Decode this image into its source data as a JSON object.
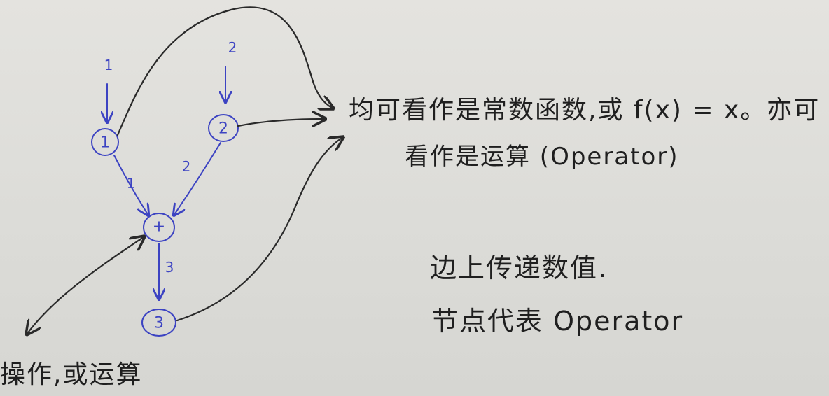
{
  "diagram": {
    "nodes": [
      {
        "id": "n1",
        "label": "1"
      },
      {
        "id": "n2",
        "label": "2"
      },
      {
        "id": "plus",
        "label": "+"
      },
      {
        "id": "n3",
        "label": "3"
      }
    ],
    "edges": [
      {
        "from": "input",
        "to": "n1",
        "label": "1"
      },
      {
        "from": "input",
        "to": "n2",
        "label": "2"
      },
      {
        "from": "n1",
        "to": "plus",
        "label": "1"
      },
      {
        "from": "n2",
        "to": "plus",
        "label": "2"
      },
      {
        "from": "plus",
        "to": "n3",
        "label": "3"
      }
    ]
  },
  "notes": {
    "line1": "均可看作是常数函数,或 f(x) = x。亦可",
    "line2": "看作是运算 (Operator)",
    "edges": "边上传递数值.",
    "nodes": "节点代表 Operator",
    "operation": "操作,或运算"
  }
}
